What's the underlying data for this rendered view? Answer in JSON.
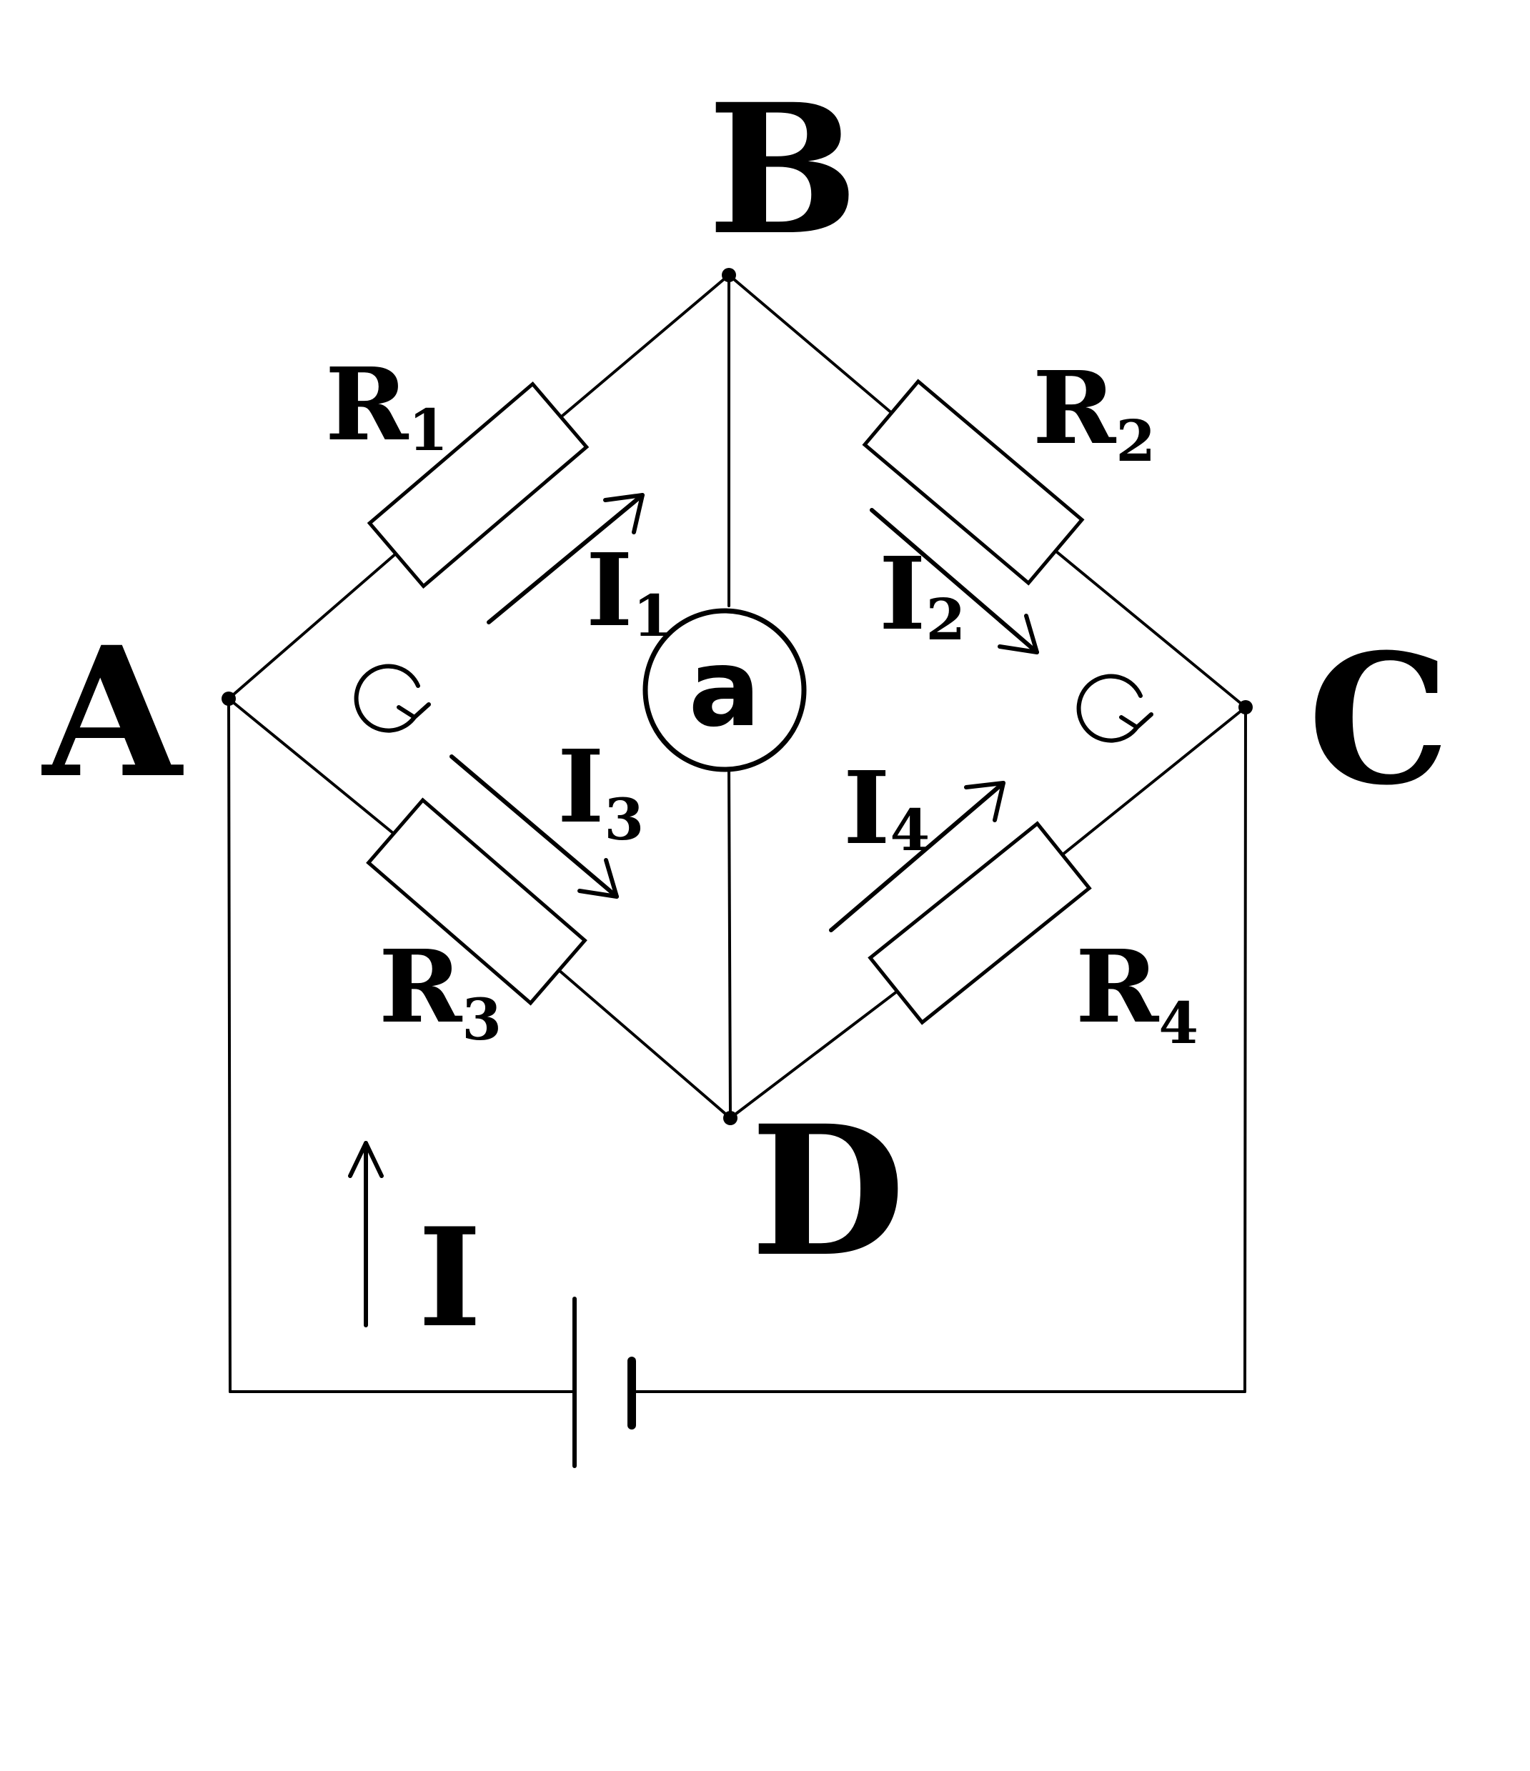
{
  "nodes": {
    "a": "A",
    "b": "B",
    "c": "C",
    "d": "D"
  },
  "resistors": {
    "r1": {
      "base": "R",
      "sub": "1"
    },
    "r2": {
      "base": "R",
      "sub": "2"
    },
    "r3": {
      "base": "R",
      "sub": "3"
    },
    "r4": {
      "base": "R",
      "sub": "4"
    }
  },
  "currents": {
    "i1": {
      "base": "I",
      "sub": "1"
    },
    "i2": {
      "base": "I",
      "sub": "2"
    },
    "i3": {
      "base": "I",
      "sub": "3"
    },
    "i4": {
      "base": "I",
      "sub": "4"
    },
    "total": "I"
  },
  "meter": {
    "symbol": "a"
  },
  "icons": {
    "loop_left": "clockwise-loop-icon",
    "loop_right": "clockwise-loop-icon",
    "battery": "battery-icon",
    "meter": "galvanometer-icon"
  },
  "colors": {
    "ink": "#000000",
    "paper": "#ffffff"
  }
}
